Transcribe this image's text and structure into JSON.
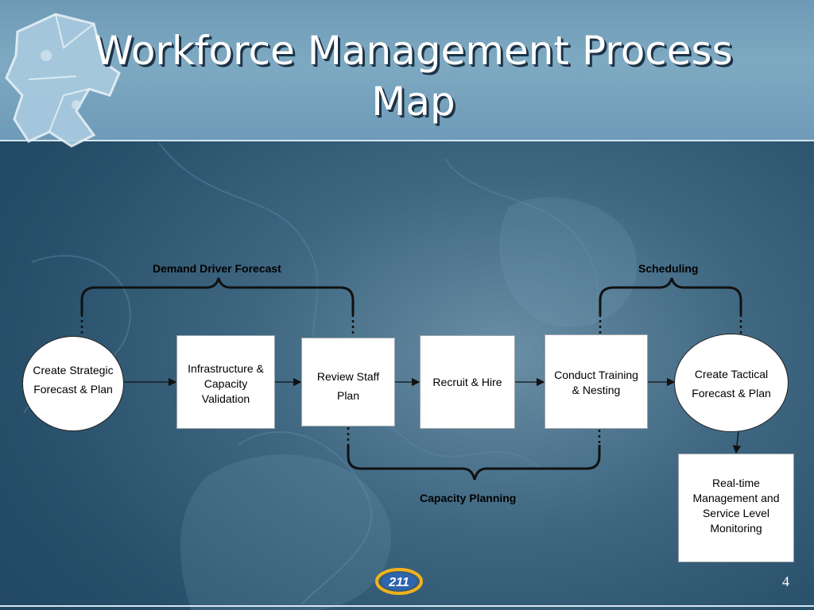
{
  "title": {
    "line1": "Workforce Management Process",
    "line2": "Map"
  },
  "groups": {
    "demand": "Demand Driver Forecast",
    "scheduling": "Scheduling",
    "capacity": "Capacity Planning"
  },
  "nodes": {
    "strategic": [
      "Create Strategic",
      "Forecast & Plan"
    ],
    "infrastructure": [
      "Infrastructure &",
      "Capacity",
      "Validation"
    ],
    "review": [
      "Review Staff",
      "Plan"
    ],
    "recruit": [
      "Recruit & Hire"
    ],
    "training": [
      "Conduct Training",
      "& Nesting"
    ],
    "tactical": [
      "Create Tactical",
      "Forecast & Plan"
    ],
    "realtime": [
      "Real-time",
      "Management and",
      "Service Level",
      "Monitoring"
    ]
  },
  "logo": {
    "text": "211"
  },
  "page_number": "4",
  "colors": {
    "header": "#7ea9c2",
    "background": "#2a5270",
    "node_fill": "#ffffff",
    "connector": "#111111"
  }
}
